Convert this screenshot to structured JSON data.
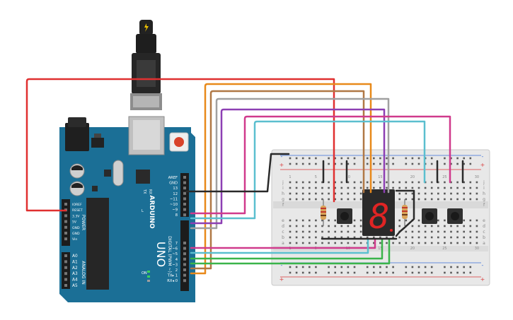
{
  "board": {
    "brand": "ARDUINO",
    "model": "UNO",
    "digital_label": "DIGITAL (PWM ~)",
    "power_label": "POWER",
    "analog_label": "ANALOG IN",
    "tx_label": "TX",
    "rx_label": "RX",
    "on_label": "ON",
    "l_label": "L",
    "top_pins": [
      "AREF",
      "GND",
      "13",
      "12",
      "~11",
      "~10",
      "~9",
      "8"
    ],
    "mid_pins": [
      "7",
      "~6",
      "~5",
      "4",
      "~3",
      "2",
      "TX▸ 1",
      "RX◂ 0"
    ],
    "power_pins": [
      "IOREF",
      "RESET",
      "3.3V",
      "5V",
      "GND",
      "GND",
      "Vin"
    ],
    "analog_pins": [
      "A0",
      "A1",
      "A2",
      "A3",
      "A4",
      "A5"
    ]
  },
  "breadboard": {
    "rows_top": [
      "j",
      "i",
      "h",
      "g",
      "f"
    ],
    "rows_bottom": [
      "e",
      "d",
      "c",
      "b",
      "a"
    ],
    "col_numbers": [
      "1",
      "5",
      "10",
      "15",
      "20",
      "25",
      "30"
    ],
    "rail_plus": "+",
    "rail_minus": "-"
  },
  "display": {
    "digit": "8"
  },
  "colors": {
    "board": "#1b6f96",
    "wire_red": "#e03030",
    "wire_orange": "#e8891a",
    "wire_tan": "#b07845",
    "wire_gray": "#a0a0a0",
    "wire_purple": "#8d3fb3",
    "wire_magenta": "#d03a8c",
    "wire_cyan": "#5bbfcf",
    "wire_green": "#3ab44a",
    "wire_black": "#2a2a2a"
  }
}
